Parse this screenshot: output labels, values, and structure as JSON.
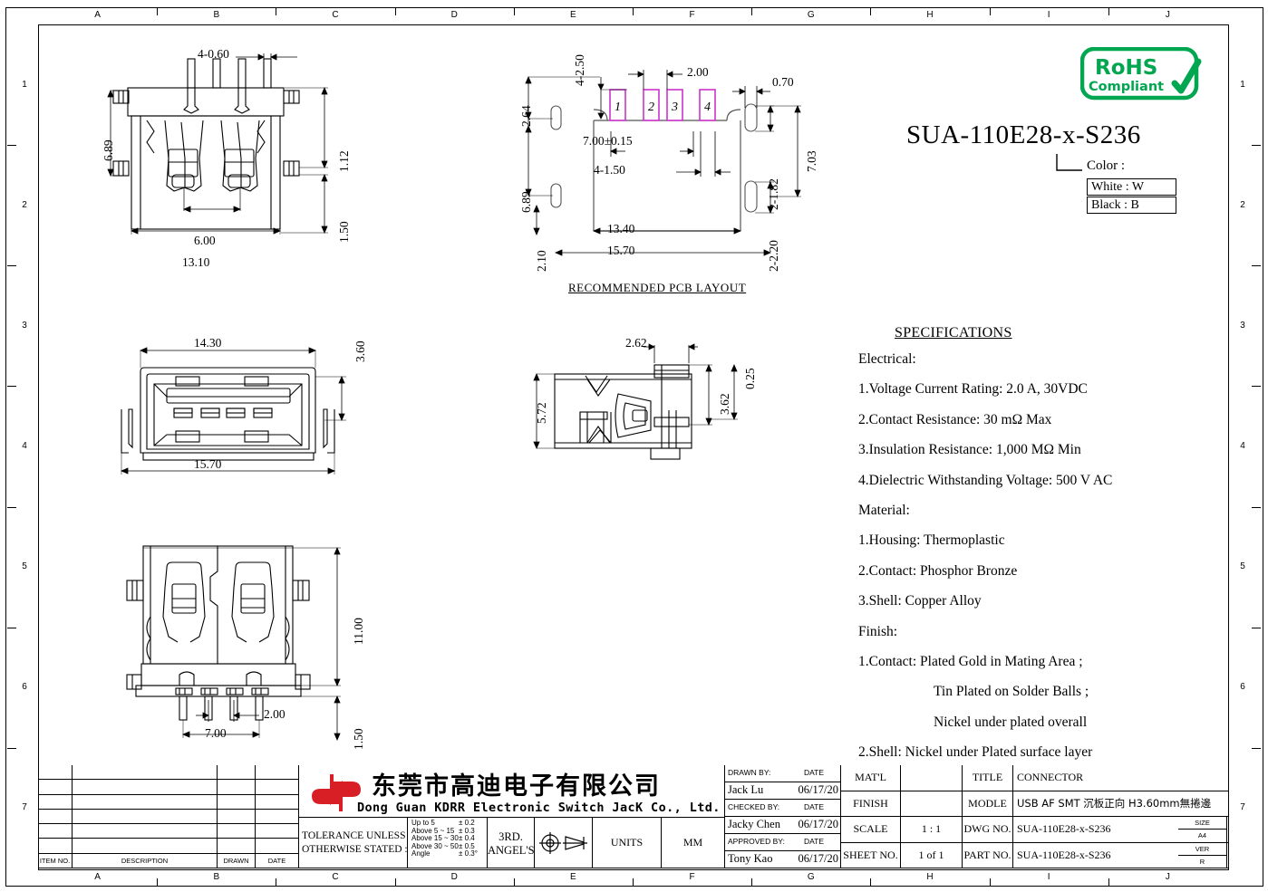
{
  "frame": {
    "zone_letters": [
      "A",
      "B",
      "C",
      "D",
      "E",
      "F",
      "G",
      "H",
      "I",
      "J"
    ],
    "zone_numbers": [
      "1",
      "2",
      "3",
      "4",
      "5",
      "6",
      "7"
    ]
  },
  "header": {
    "part_number": "SUA-110E28-x-S236",
    "color_label": "Color :",
    "color_options": [
      "White : W",
      "Black  : B"
    ],
    "rohs_line1": "RoHS",
    "rohs_line2": "Compliant",
    "rohs_color": "#00a650"
  },
  "specifications": {
    "title": "SPECIFICATIONS",
    "groups": [
      {
        "heading": "Electrical:",
        "items": [
          "1.Voltage Current Rating: 2.0 A, 30VDC",
          "2.Contact Resistance: 30 mΩ Max",
          "3.Insulation Resistance: 1,000 MΩ Min",
          "4.Dielectric Withstanding Voltage: 500 V AC"
        ]
      },
      {
        "heading": "Material:",
        "items": [
          "1.Housing: Thermoplastic",
          "2.Contact: Phosphor Bronze",
          "3.Shell: Copper Alloy"
        ]
      },
      {
        "heading": "Finish:",
        "items": [
          "1.Contact: Plated Gold in Mating Area ;",
          "Tin Plated on Solder Balls ;",
          "Nickel under plated overall",
          "2.Shell: Nickel under Plated surface layer"
        ]
      }
    ]
  },
  "views": {
    "top": {
      "dims": {
        "pin_width": "4-0.60",
        "height_left": "6.89",
        "tab_top": "1.12",
        "tab_bottom": "1.50",
        "pin_span": "6.00",
        "overall_width": "13.10"
      }
    },
    "pcb": {
      "caption": "RECOMMENDED  PCB  LAYOUT",
      "pad_labels": [
        "1",
        "2",
        "3",
        "4"
      ],
      "pad_color": "#cc33cc",
      "dims": {
        "pad_len": "4-2.50",
        "pad_pitch": "2.00",
        "hole_dia_top": "0.70",
        "edge_top": "2.64",
        "hole_span": "6.89",
        "pad_span": "7.00±0.15",
        "pad_width": "4-1.50",
        "slot_w": "2-1.82",
        "height_right": "7.03",
        "slot_w2": "2-2.20",
        "inner_width": "13.40",
        "outer_width": "15.70",
        "bottom_offset": "2.10"
      }
    },
    "front": {
      "dims": {
        "shell_width": "14.30",
        "board_drop": "3.60",
        "overall_width": "15.70"
      }
    },
    "side": {
      "dims": {
        "tail_len": "2.62",
        "height": "5.72",
        "drop": "3.62",
        "foot": "0.25"
      }
    },
    "bottom": {
      "dims": {
        "depth": "11.00",
        "pin_pitch": "2.00",
        "pin_span": "7.00",
        "tail": "1.50"
      }
    }
  },
  "revision_table": {
    "headers": [
      "ITEM NO.",
      "DESCRIPTION",
      "DRAWN",
      "DATE"
    ],
    "row_count": 6
  },
  "company": {
    "name_cn": "东莞市高迪电子有限公司",
    "name_en": "Dong Guan KDRR  Electronic Switch JacK Co., Ltd.",
    "logo_color": "#d91f26"
  },
  "tolerance": {
    "label_line1": "TOLERANCE UNLESS",
    "label_line2": "OTHERWISE STATED :",
    "rows": [
      {
        "range": "Up  to  5",
        "tol": "± 0.2"
      },
      {
        "range": "Above 5  ~ 15",
        "tol": "± 0.3"
      },
      {
        "range": "Above 15 ~ 30",
        "tol": "± 0.4"
      },
      {
        "range": "Above 30 ~ 50",
        "tol": "± 0.5"
      },
      {
        "range": "Angle",
        "tol": "± 0.3°"
      }
    ],
    "projection_line1": "3RD.",
    "projection_line2": "ANGEL'S",
    "units_label": "UNITS",
    "units_value": "MM"
  },
  "title_block": {
    "drawn_by_label": "DRAWN BY:",
    "drawn_by_date_label": "DATE",
    "drawn_by_name": "Jack  Lu",
    "drawn_by_date": "06/17/20",
    "checked_by_label": "CHECKED BY:",
    "checked_by_date_label": "DATE",
    "checked_by_name": "Jacky Chen",
    "checked_by_date": "06/17/20",
    "approved_by_label": "APPROVED BY:",
    "approved_by_date_label": "DATE",
    "approved_by_name": "Tony Kao",
    "approved_by_date": "06/17/20",
    "matl_label": "MAT'L",
    "matl_value": "",
    "finish_label": "FINISH",
    "finish_value": "",
    "scale_label": "SCALE",
    "scale_value": "1 : 1",
    "sheet_label": "SHEET NO.",
    "sheet_value": "1 of 1",
    "title_label": "TITLE",
    "title_value": "CONNECTOR",
    "modle_label": "MODLE",
    "modle_value": "USB AF SMT 沉板正向 H3.60mm無捲邊",
    "dwg_label": "DWG NO.",
    "dwg_value": "SUA-110E28-x-S236",
    "part_label": "PART NO.",
    "part_value": "SUA-110E28-x-S236",
    "size_label": "SIZE",
    "size_value": "A4",
    "ver_label": "VER",
    "ver_value": "R"
  }
}
